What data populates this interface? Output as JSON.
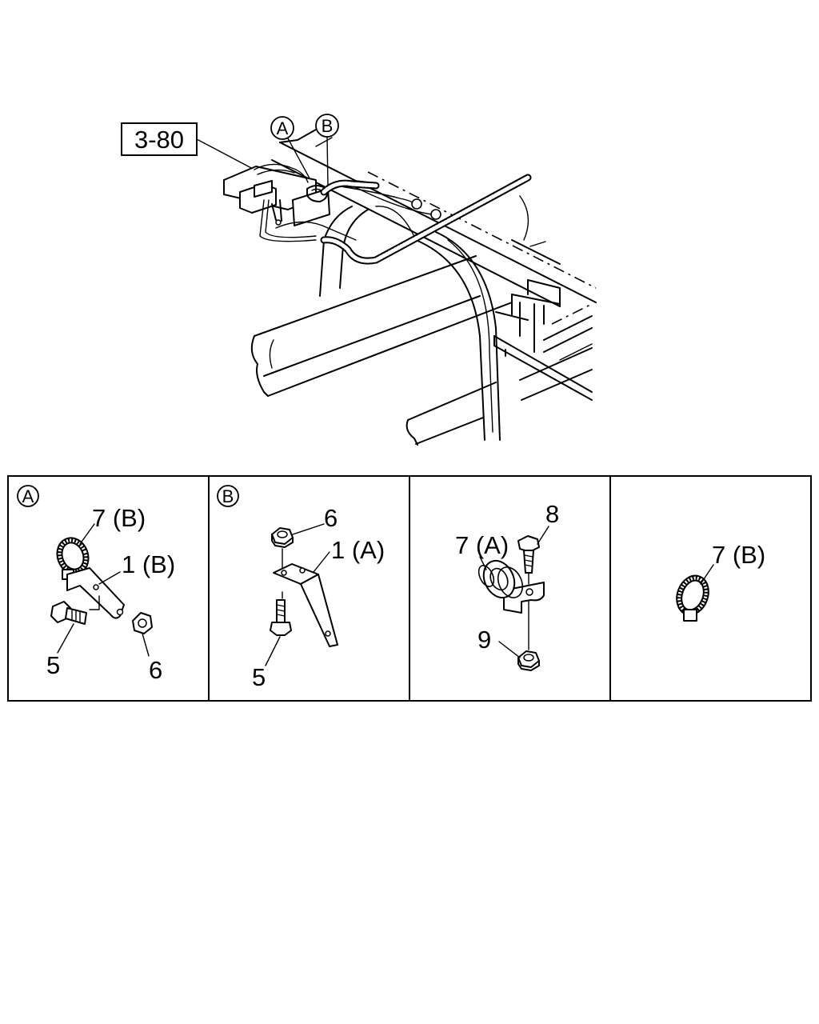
{
  "main": {
    "ref_box_label": "3-80",
    "callout_a": "A",
    "callout_b": "B"
  },
  "panels": [
    {
      "tag": "A",
      "labels": {
        "clamp": "7 (B)",
        "bracket": "1 (B)",
        "bolt": "5",
        "nut": "6"
      }
    },
    {
      "tag": "B",
      "labels": {
        "nut": "6",
        "bracket": "1 (A)",
        "bolt": "5"
      }
    },
    {
      "tag": "",
      "labels": {
        "bolt": "8",
        "clamp": "7 (A)",
        "nut": "9"
      }
    },
    {
      "tag": "",
      "labels": {
        "clamp": "7 (B)"
      }
    }
  ]
}
